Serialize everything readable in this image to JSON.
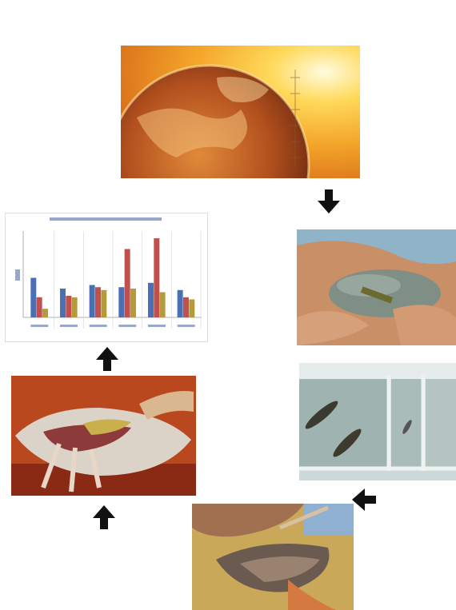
{
  "colors": {
    "arrow": "#111111",
    "series_blue": "#4a6fb3",
    "series_red": "#c0504d",
    "series_olive": "#b59a3a"
  },
  "panels": {
    "earth": {
      "icon": "earth-with-thermometer-heat-image"
    },
    "hands": {
      "icon": "hands-holding-fish-image"
    },
    "tanks": {
      "icon": "fish-in-tanks-image"
    },
    "dissect": {
      "icon": "fish-dissection-image"
    },
    "fillet": {
      "icon": "fish-cutting-image"
    },
    "chart": {
      "icon": "bar-chart-image"
    }
  },
  "arrows": [
    {
      "name": "arrow-down-icon",
      "direction": "down"
    },
    {
      "name": "arrow-left-icon",
      "direction": "left"
    },
    {
      "name": "arrow-up-icon",
      "direction": "up"
    },
    {
      "name": "arrow-up-icon",
      "direction": "up"
    }
  ],
  "chart_data": {
    "type": "bar",
    "groups": 6,
    "series": [
      {
        "values": [
          55,
          40,
          45,
          42,
          48,
          38
        ]
      },
      {
        "values": [
          28,
          30,
          42,
          95,
          110,
          28
        ]
      },
      {
        "values": [
          12,
          28,
          38,
          40,
          35,
          25
        ]
      }
    ],
    "ylim": [
      0,
      120
    ]
  }
}
